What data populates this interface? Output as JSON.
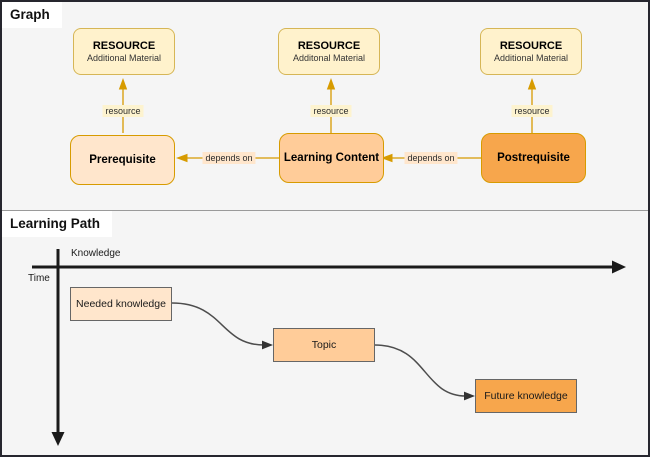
{
  "canvas": {
    "background": "#f5f5f5",
    "border_color": "#26262e"
  },
  "graph": {
    "title": "Graph",
    "resource_boxes": [
      {
        "title": "RESOURCE",
        "subtitle": "Additional Material"
      },
      {
        "title": "RESOURCE",
        "subtitle": "Additonal Material"
      },
      {
        "title": "RESOURCE",
        "subtitle": "Additional Material"
      }
    ],
    "nodes": [
      {
        "label": "Prerequisite",
        "fill": "#ffe6cc"
      },
      {
        "label": "Learning Content",
        "fill": "#ffcc99"
      },
      {
        "label": "Postrequisite",
        "fill": "#f7a64c"
      }
    ],
    "resource_edge_label": "resource",
    "depends_edge_label": "depends on",
    "edge_color": "#d79b00",
    "resource_box_fill": "#fff2cc",
    "resource_box_stroke": "#d6b656",
    "node_stroke": "#d79b00",
    "resource_label_bg": "#fdf3cf",
    "depends_label_bg": "#ffe6cc"
  },
  "learning_path": {
    "title": "Learning Path",
    "x_axis_label": "Knowledge",
    "y_axis_label": "Time",
    "nodes": [
      {
        "label": "Needed knowledge",
        "fill": "#ffe6cc"
      },
      {
        "label": "Topic",
        "fill": "#ffcc99"
      },
      {
        "label": "Future knowledge",
        "fill": "#f7a64c"
      }
    ],
    "axis_color": "#1a1a1a",
    "connector_color": "#4d4d4d",
    "node_stroke": "#666666"
  }
}
